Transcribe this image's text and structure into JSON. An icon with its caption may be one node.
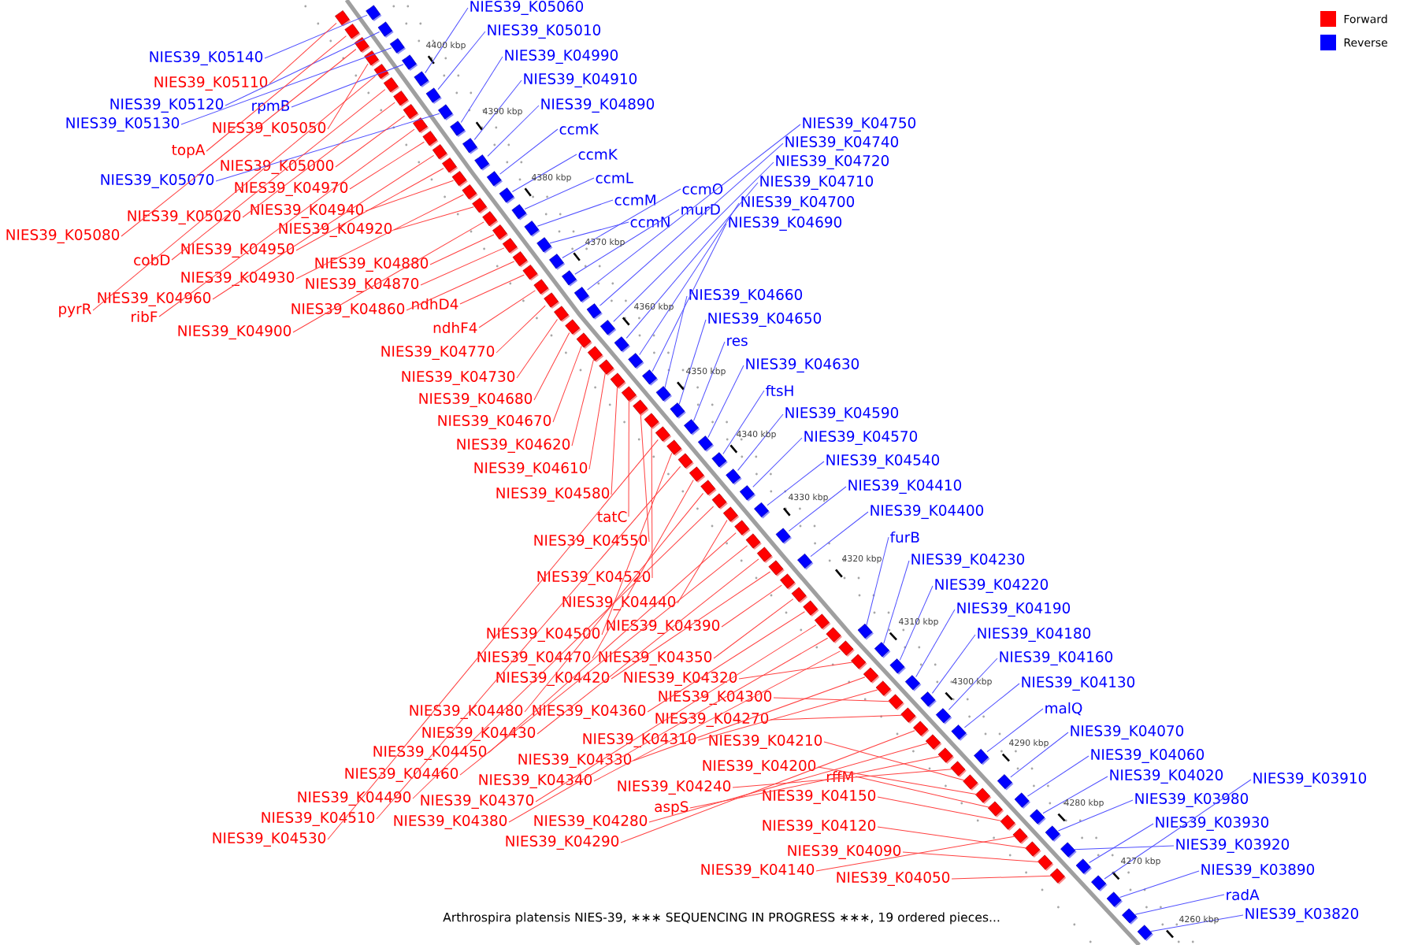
{
  "diagram": {
    "caption": "Arthrospira platensis NIES-39, ∗∗∗ SEQUENCING IN PROGRESS ∗∗∗, 19 ordered pieces...",
    "nodes": [
      {
        "text": [
          "NIES39_K05060"
        ]
      },
      {
        "text": [
          "NIES39_K05010"
        ]
      },
      {
        "text": [
          "NIES39_K04990"
        ]
      },
      {
        "text": [
          "NIES39_K04910"
        ]
      },
      {
        "text": [
          "NIES39_K04890"
        ]
      },
      {
        "text": [
          "ccmK"
        ]
      },
      {
        "text": [
          "ccmK"
        ]
      },
      {
        "text": [
          "ccmL"
        ]
      },
      {
        "text": [
          "ccmM"
        ]
      },
      {
        "text": [
          "ccmN"
        ]
      },
      {
        "text": [
          "ccmO"
        ]
      },
      {
        "text": [
          "murD"
        ]
      },
      {
        "text": [
          "NIES39_K04750"
        ]
      },
      {
        "text": [
          "NIES39_K04740"
        ]
      },
      {
        "text": [
          "NIES39_K04720"
        ]
      },
      {
        "text": [
          "NIES39_K04710"
        ]
      },
      {
        "text": [
          "NIES39_K04700"
        ]
      },
      {
        "text": [
          "NIES39_K04690"
        ]
      },
      {
        "text": [
          "NIES39_K04660"
        ]
      },
      {
        "text": [
          "NIES39_K04650"
        ]
      },
      {
        "text": [
          "res"
        ]
      },
      {
        "text": [
          "NIES39_K04630"
        ]
      },
      {
        "text": [
          "ftsH"
        ]
      },
      {
        "text": [
          "NIES39_K04590"
        ]
      },
      {
        "text": [
          "NIES39_K04570"
        ]
      },
      {
        "text": [
          "NIES39_K04540"
        ]
      },
      {
        "text": [
          "NIES39_K04410"
        ]
      },
      {
        "text": [
          "NIES39_K04400"
        ]
      },
      {
        "text": [
          "furB"
        ]
      },
      {
        "text": [
          "NIES39_K04230"
        ]
      },
      {
        "text": [
          "NIES39_K04220"
        ]
      },
      {
        "text": [
          "NIES39_K04190"
        ]
      },
      {
        "text": [
          "NIES39_K04180"
        ]
      },
      {
        "text": [
          "NIES39_K04160"
        ]
      },
      {
        "text": [
          "NIES39_K04130"
        ]
      },
      {
        "text": [
          "malQ"
        ]
      },
      {
        "text": [
          "NIES39_K04070"
        ]
      },
      {
        "text": [
          "NIES39_K04060"
        ]
      },
      {
        "text": [
          "NIES39_K04020"
        ]
      },
      {
        "text": [
          "NIES39_K03910"
        ]
      },
      {
        "text": [
          "NIES39_K03980"
        ]
      },
      {
        "text": [
          "NIES39_K03930"
        ]
      },
      {
        "text": [
          "NIES39_K03920"
        ]
      },
      {
        "text": [
          "NIES39_K03890"
        ]
      },
      {
        "text": [
          "radA"
        ]
      },
      {
        "text": [
          "NIES39_K03820"
        ]
      },
      {
        "text": [
          "NIES39_K05140"
        ]
      },
      {
        "text": [
          "NIES39_K05120"
        ]
      },
      {
        "text": [
          "NIES39_K05130"
        ]
      },
      {
        "text": [
          "rpmB"
        ]
      },
      {
        "text": [
          "NIES39_K05070"
        ]
      },
      {
        "text": [
          "NIES39_K05110"
        ]
      },
      {
        "text": [
          "NIES39_K05050"
        ]
      },
      {
        "text": [
          "topA"
        ]
      },
      {
        "text": [
          "NIES39_K05000"
        ]
      },
      {
        "text": [
          "NIES39_K04970"
        ]
      },
      {
        "text": [
          "NIES39_K05020"
        ]
      },
      {
        "text": [
          "NIES39_K04940"
        ]
      },
      {
        "text": [
          "NIES39_K04920"
        ]
      },
      {
        "text": [
          "NIES39_K05080"
        ]
      },
      {
        "text": [
          "NIES39_K04950"
        ]
      },
      {
        "text": [
          "cobD"
        ]
      },
      {
        "text": [
          "NIES39_K04880"
        ]
      },
      {
        "text": [
          "NIES39_K04930"
        ]
      },
      {
        "text": [
          "NIES39_K04870"
        ]
      },
      {
        "text": [
          "NIES39_K04960"
        ]
      },
      {
        "text": [
          "ndhD4"
        ]
      },
      {
        "text": [
          "pyrR"
        ]
      },
      {
        "text": [
          "NIES39_K04860"
        ]
      },
      {
        "text": [
          "ribF"
        ]
      },
      {
        "text": [
          "NIES39_K04900"
        ]
      },
      {
        "text": [
          "ndhF4"
        ]
      },
      {
        "text": [
          "NIES39_K04770"
        ]
      },
      {
        "text": [
          "NIES39_K04730"
        ]
      },
      {
        "text": [
          "NIES39_K04680"
        ]
      },
      {
        "text": [
          "NIES39_K04670"
        ]
      },
      {
        "text": [
          "NIES39_K04620"
        ]
      },
      {
        "text": [
          "NIES39_K04610"
        ]
      },
      {
        "text": [
          "NIES39_K04580"
        ]
      },
      {
        "text": [
          "tatC"
        ]
      },
      {
        "text": [
          "NIES39_K04550"
        ]
      },
      {
        "text": [
          "NIES39_K04520"
        ]
      },
      {
        "text": [
          "NIES39_K04440"
        ]
      },
      {
        "text": [
          "NIES39_K04390"
        ]
      },
      {
        "text": [
          "NIES39_K04500"
        ]
      },
      {
        "text": [
          "NIES39_K04470"
        ]
      },
      {
        "text": [
          "NIES39_K04350"
        ]
      },
      {
        "text": [
          "NIES39_K04420"
        ]
      },
      {
        "text": [
          "NIES39_K04320"
        ]
      },
      {
        "text": [
          "NIES39_K04300"
        ]
      },
      {
        "text": [
          "NIES39_K04480"
        ]
      },
      {
        "text": [
          "NIES39_K04360"
        ]
      },
      {
        "text": [
          "NIES39_K04270"
        ]
      },
      {
        "text": [
          "NIES39_K04430"
        ]
      },
      {
        "text": [
          "NIES39_K04310"
        ]
      },
      {
        "text": [
          "NIES39_K04210"
        ]
      },
      {
        "text": [
          "NIES39_K04450"
        ]
      },
      {
        "text": [
          "NIES39_K04330"
        ]
      },
      {
        "text": [
          "NIES39_K04200"
        ]
      },
      {
        "text": [
          "rffM"
        ]
      },
      {
        "text": [
          "NIES39_K04460"
        ]
      },
      {
        "text": [
          "NIES39_K04340"
        ]
      },
      {
        "text": [
          "NIES39_K04240"
        ]
      },
      {
        "text": [
          "NIES39_K04150"
        ]
      },
      {
        "text": [
          "NIES39_K04490"
        ]
      },
      {
        "text": [
          "NIES39_K04370"
        ]
      },
      {
        "text": [
          "aspS"
        ]
      },
      {
        "text": [
          "NIES39_K04510"
        ]
      },
      {
        "text": [
          "NIES39_K04380"
        ]
      },
      {
        "text": [
          "NIES39_K04280"
        ]
      },
      {
        "text": [
          "NIES39_K04120"
        ]
      },
      {
        "text": [
          "NIES39_K04530"
        ]
      },
      {
        "text": [
          "NIES39_K04290"
        ]
      },
      {
        "text": [
          "NIES39_K04090"
        ]
      },
      {
        "text": [
          "NIES39_K04140"
        ]
      },
      {
        "text": [
          "NIES39_K04050"
        ]
      },
      {
        "text": [],
        "shape": "box"
      },
      {
        "text": [],
        "shape": "box"
      },
      {
        "text": [],
        "shape": "box"
      },
      {
        "text": [],
        "shape": "box"
      },
      {
        "text": [],
        "shape": "box"
      },
      {
        "text": [],
        "shape": "box"
      },
      {
        "text": [],
        "shape": "box"
      },
      {
        "text": [],
        "shape": "box"
      },
      {
        "text": [],
        "shape": "box"
      },
      {
        "text": [],
        "shape": "box"
      },
      {
        "text": [],
        "shape": "box"
      },
      {
        "text": [],
        "shape": "box"
      },
      {
        "text": [],
        "shape": "box"
      },
      {
        "text": [],
        "shape": "box"
      },
      {
        "text": [],
        "shape": "box"
      },
      {
        "text": [],
        "shape": "box"
      },
      {
        "text": [],
        "shape": "box"
      },
      {
        "text": [],
        "shape": "box"
      },
      {
        "text": [],
        "shape": "box"
      },
      {
        "text": [],
        "shape": "box"
      },
      {
        "text": [],
        "shape": "box"
      },
      {
        "text": [],
        "shape": "box"
      },
      {
        "text": [],
        "shape": "box"
      },
      {
        "text": [],
        "shape": "box"
      },
      {
        "text": [],
        "shape": "box"
      },
      {
        "text": [],
        "shape": "box"
      },
      {
        "text": [],
        "shape": "box"
      },
      {
        "text": [],
        "shape": "box"
      },
      {
        "text": [],
        "shape": "box"
      },
      {
        "text": [],
        "shape": "box"
      },
      {
        "text": [],
        "shape": "box"
      },
      {
        "text": [],
        "shape": "box"
      },
      {
        "text": [],
        "shape": "box"
      },
      {
        "text": [],
        "shape": "box"
      },
      {
        "text": [],
        "shape": "box"
      },
      {
        "text": [],
        "shape": "box"
      },
      {
        "text": [],
        "shape": "box"
      },
      {
        "text": [],
        "shape": "box"
      },
      {
        "text": [],
        "shape": "box"
      },
      {
        "text": [],
        "shape": "box"
      },
      {
        "text": [],
        "shape": "box"
      },
      {
        "text": [],
        "shape": "box"
      },
      {
        "text": [],
        "shape": "box"
      },
      {
        "text": [],
        "shape": "box"
      },
      {
        "text": [],
        "shape": "box"
      },
      {
        "text": [],
        "shape": "box"
      },
      {
        "text": [],
        "shape": "box"
      },
      {
        "text": [],
        "shape": "box"
      },
      {
        "text": [],
        "shape": "box"
      },
      {
        "text": [],
        "shape": "box"
      },
      {
        "text": [],
        "shape": "box"
      },
      {
        "text": [],
        "shape": "box"
      },
      {
        "text": [],
        "shape": "box"
      },
      {
        "text": [],
        "shape": "box"
      },
      {
        "text": [],
        "shape": "box"
      },
      {
        "text": [],
        "shape": "box"
      },
      {
        "text": [],
        "shape": "box"
      },
      {
        "text": [],
        "shape": "box"
      },
      {
        "text": [],
        "shape": "box"
      },
      {
        "text": [],
        "shape": "box"
      },
      {
        "text": [],
        "shape": "box"
      },
      {
        "text": [],
        "shape": "box"
      },
      {
        "text": [],
        "shape": "box"
      },
      {
        "text": [],
        "shape": "box"
      },
      {
        "text": [],
        "shape": "box"
      },
      {
        "text": [],
        "shape": "box"
      },
      {
        "text": [],
        "shape": "box"
      },
      {
        "text": [],
        "shape": "box"
      },
      {
        "text": [],
        "shape": "box"
      },
      {
        "text": [],
        "shape": "box"
      },
      {
        "text": [],
        "shape": "box"
      },
      {
        "text": [],
        "shape": "box"
      },
      {
        "text": [],
        "shape": "box"
      },
      {
        "text": [],
        "shape": "box"
      },
      {
        "text": [],
        "shape": "box"
      },
      {
        "text": [],
        "shape": "box"
      },
      {
        "text": [],
        "shape": "box"
      },
      {
        "text": [],
        "shape": "box"
      },
      {
        "text": [],
        "shape": "box"
      },
      {
        "text": [],
        "shape": "box"
      },
      {
        "text": [],
        "shape": "box"
      },
      {
        "text": [],
        "shape": "box"
      },
      {
        "text": [],
        "shape": "box"
      },
      {
        "text": [],
        "shape": "box"
      },
      {
        "text": [],
        "shape": "box"
      },
      {
        "text": [],
        "shape": "box"
      },
      {
        "text": [],
        "shape": "box"
      },
      {
        "text": [],
        "shape": "box"
      },
      {
        "text": [],
        "shape": "box"
      },
      {
        "text": [],
        "shape": "box"
      },
      {
        "text": [],
        "shape": "box"
      },
      {
        "text": [],
        "shape": "box"
      },
      {
        "text": [],
        "shape": "box"
      },
      {
        "text": [],
        "shape": "box"
      },
      {
        "text": [],
        "shape": "box"
      },
      {
        "text": [],
        "shape": "box"
      },
      {
        "text": [],
        "shape": "box"
      },
      {
        "text": [],
        "shape": "box"
      },
      {
        "text": [],
        "shape": "box"
      },
      {
        "text": [],
        "shape": "box"
      },
      {
        "text": [],
        "shape": "box"
      },
      {
        "text": [],
        "shape": "box"
      },
      {
        "text": [],
        "shape": "box"
      },
      {
        "text": [],
        "shape": "box"
      },
      {
        "text": [],
        "shape": "box"
      },
      {
        "text": [],
        "shape": "box"
      },
      {
        "text": [],
        "shape": "box"
      },
      {
        "text": [],
        "shape": "box"
      },
      {
        "text": [],
        "shape": "box"
      },
      {
        "text": [],
        "shape": "box"
      },
      {
        "text": [],
        "shape": "box"
      },
      {
        "text": [],
        "shape": "box"
      },
      {
        "text": [],
        "shape": "box"
      },
      {
        "text": [],
        "shape": "box"
      },
      {
        "text": [],
        "shape": "box"
      },
      {
        "text": [],
        "shape": "box"
      }
    ],
    "edges": [
      {
        "from": 0,
        "to": 116,
        "arrow": "none",
        "color": "#5050ff"
      },
      {
        "from": 1,
        "to": 117,
        "arrow": "none",
        "color": "#5050ff"
      },
      {
        "from": 2,
        "to": 118,
        "arrow": "none",
        "color": "#5050ff"
      },
      {
        "from": 3,
        "to": 119,
        "arrow": "none",
        "color": "#5050ff"
      },
      {
        "from": 4,
        "to": 120,
        "arrow": "none",
        "color": "#5050ff"
      },
      {
        "from": 5,
        "to": 121,
        "arrow": "none",
        "color": "#5050ff"
      },
      {
        "from": 6,
        "to": 122,
        "arrow": "none",
        "color": "#5050ff"
      },
      {
        "from": 7,
        "to": 123,
        "arrow": "none",
        "color": "#5050ff"
      },
      {
        "from": 8,
        "to": 124,
        "arrow": "none",
        "color": "#5050ff"
      },
      {
        "from": 9,
        "to": 125,
        "arrow": "none",
        "color": "#5050ff"
      },
      {
        "from": 10,
        "to": 126,
        "arrow": "none",
        "color": "#5050ff"
      },
      {
        "from": 11,
        "to": 127,
        "arrow": "none",
        "color": "#5050ff"
      },
      {
        "from": 12,
        "to": 128,
        "arrow": "none",
        "color": "#5050ff"
      },
      {
        "from": 13,
        "to": 129,
        "arrow": "none",
        "color": "#5050ff"
      },
      {
        "from": 14,
        "to": 130,
        "arrow": "none",
        "color": "#5050ff"
      },
      {
        "from": 15,
        "to": 131,
        "arrow": "none",
        "color": "#5050ff"
      },
      {
        "from": 16,
        "to": 132,
        "arrow": "none",
        "color": "#5050ff"
      },
      {
        "from": 17,
        "to": 133,
        "arrow": "none",
        "color": "#5050ff"
      },
      {
        "from": 18,
        "to": 134,
        "arrow": "none",
        "color": "#5050ff"
      },
      {
        "from": 19,
        "to": 135,
        "arrow": "none",
        "color": "#5050ff"
      },
      {
        "from": 20,
        "to": 136,
        "arrow": "none",
        "color": "#5050ff"
      },
      {
        "from": 21,
        "to": 137,
        "arrow": "none",
        "color": "#5050ff"
      },
      {
        "from": 22,
        "to": 138,
        "arrow": "none",
        "color": "#5050ff"
      },
      {
        "from": 23,
        "to": 139,
        "arrow": "none",
        "color": "#5050ff"
      },
      {
        "from": 24,
        "to": 140,
        "arrow": "none",
        "color": "#5050ff"
      },
      {
        "from": 25,
        "to": 141,
        "arrow": "none",
        "color": "#5050ff"
      },
      {
        "from": 26,
        "to": 142,
        "arrow": "none",
        "color": "#5050ff"
      },
      {
        "from": 27,
        "to": 143,
        "arrow": "none",
        "color": "#5050ff"
      },
      {
        "from": 28,
        "to": 144,
        "arrow": "none",
        "color": "#5050ff"
      },
      {
        "from": 29,
        "to": 145,
        "arrow": "none",
        "color": "#5050ff"
      },
      {
        "from": 30,
        "to": 146,
        "arrow": "none",
        "color": "#5050ff"
      },
      {
        "from": 31,
        "to": 147,
        "arrow": "none",
        "color": "#5050ff"
      },
      {
        "from": 32,
        "to": 148,
        "arrow": "none",
        "color": "#5050ff"
      },
      {
        "from": 33,
        "to": 149,
        "arrow": "none",
        "color": "#5050ff"
      },
      {
        "from": 34,
        "to": 150,
        "arrow": "none",
        "color": "#5050ff"
      },
      {
        "from": 35,
        "to": 151,
        "arrow": "none",
        "color": "#5050ff"
      },
      {
        "from": 36,
        "to": 152,
        "arrow": "none",
        "color": "#5050ff"
      },
      {
        "from": 37,
        "to": 153,
        "arrow": "none",
        "color": "#5050ff"
      },
      {
        "from": 38,
        "to": 154,
        "arrow": "none",
        "color": "#5050ff"
      },
      {
        "from": 39,
        "to": 155,
        "arrow": "none",
        "color": "#5050ff"
      },
      {
        "from": 40,
        "to": 156,
        "arrow": "none",
        "color": "#5050ff"
      },
      {
        "from": 41,
        "to": 157,
        "arrow": "none",
        "color": "#5050ff"
      },
      {
        "from": 42,
        "to": 158,
        "arrow": "none",
        "color": "#5050ff"
      },
      {
        "from": 43,
        "to": 159,
        "arrow": "none",
        "color": "#5050ff"
      },
      {
        "from": 44,
        "to": 160,
        "arrow": "none",
        "color": "#5050ff"
      },
      {
        "from": 45,
        "to": 161,
        "arrow": "none",
        "color": "#5050ff"
      },
      {
        "from": 46,
        "to": 162,
        "arrow": "none",
        "color": "#5050ff"
      },
      {
        "from": 47,
        "to": 163,
        "arrow": "none",
        "color": "#5050ff"
      },
      {
        "from": 48,
        "to": 164,
        "arrow": "none",
        "color": "#5050ff"
      },
      {
        "from": 49,
        "to": 165,
        "arrow": "none",
        "color": "#5050ff"
      },
      {
        "from": 50,
        "to": 166,
        "arrow": "none",
        "color": "#5050ff"
      },
      {
        "from": 51,
        "to": 167,
        "arrow": "none",
        "color": "#ff4040"
      },
      {
        "from": 52,
        "to": 168,
        "arrow": "none",
        "color": "#ff4040"
      },
      {
        "from": 53,
        "to": 169,
        "arrow": "none",
        "color": "#ff4040"
      },
      {
        "from": 54,
        "to": 170,
        "arrow": "none",
        "color": "#ff4040"
      },
      {
        "from": 55,
        "to": 171,
        "arrow": "none",
        "color": "#ff4040"
      },
      {
        "from": 56,
        "to": 172,
        "arrow": "none",
        "color": "#ff4040"
      },
      {
        "from": 57,
        "to": 173,
        "arrow": "none",
        "color": "#ff4040"
      },
      {
        "from": 58,
        "to": 174,
        "arrow": "none",
        "color": "#ff4040"
      },
      {
        "from": 59,
        "to": 175,
        "arrow": "none",
        "color": "#ff4040"
      },
      {
        "from": 60,
        "to": 176,
        "arrow": "none",
        "color": "#ff4040"
      },
      {
        "from": 61,
        "to": 177,
        "arrow": "none",
        "color": "#ff4040"
      },
      {
        "from": 62,
        "to": 178,
        "arrow": "none",
        "color": "#ff4040"
      },
      {
        "from": 63,
        "to": 179,
        "arrow": "none",
        "color": "#ff4040"
      },
      {
        "from": 64,
        "to": 180,
        "arrow": "none",
        "color": "#ff4040"
      },
      {
        "from": 65,
        "to": 181,
        "arrow": "none",
        "color": "#ff4040"
      },
      {
        "from": 66,
        "to": 182,
        "arrow": "none",
        "color": "#ff4040"
      },
      {
        "from": 67,
        "to": 183,
        "arrow": "none",
        "color": "#ff4040"
      },
      {
        "from": 68,
        "to": 184,
        "arrow": "none",
        "color": "#ff4040"
      },
      {
        "from": 69,
        "to": 185,
        "arrow": "none",
        "color": "#ff4040"
      },
      {
        "from": 70,
        "to": 186,
        "arrow": "none",
        "color": "#ff4040"
      },
      {
        "from": 71,
        "to": 187,
        "arrow": "none",
        "color": "#ff4040"
      },
      {
        "from": 72,
        "to": 188,
        "arrow": "none",
        "color": "#ff4040"
      },
      {
        "from": 73,
        "to": 189,
        "arrow": "none",
        "color": "#ff4040"
      },
      {
        "from": 74,
        "to": 190,
        "arrow": "none",
        "color": "#ff4040"
      },
      {
        "from": 75,
        "to": 191,
        "arrow": "none",
        "color": "#ff4040"
      },
      {
        "from": 76,
        "to": 192,
        "arrow": "none",
        "color": "#ff4040"
      },
      {
        "from": 77,
        "to": 193,
        "arrow": "none",
        "color": "#ff4040"
      },
      {
        "from": 78,
        "to": 194,
        "arrow": "none",
        "color": "#ff4040"
      },
      {
        "from": 79,
        "to": 195,
        "arrow": "none",
        "color": "#ff4040"
      },
      {
        "from": 80,
        "to": 196,
        "arrow": "none",
        "color": "#ff4040"
      },
      {
        "from": 81,
        "to": 197,
        "arrow": "none",
        "color": "#ff4040"
      },
      {
        "from": 82,
        "to": 198,
        "arrow": "none",
        "color": "#ff4040"
      },
      {
        "from": 83,
        "to": 199,
        "arrow": "none",
        "color": "#ff4040"
      },
      {
        "from": 84,
        "to": 200,
        "arrow": "none",
        "color": "#ff4040"
      },
      {
        "from": 85,
        "to": 201,
        "arrow": "none",
        "color": "#ff4040"
      },
      {
        "from": 86,
        "to": 202,
        "arrow": "none",
        "color": "#ff4040"
      },
      {
        "from": 87,
        "to": 203,
        "arrow": "none",
        "color": "#ff4040"
      },
      {
        "from": 88,
        "to": 204,
        "arrow": "none",
        "color": "#ff4040"
      },
      {
        "from": 89,
        "to": 205,
        "arrow": "none",
        "color": "#ff4040"
      },
      {
        "from": 90,
        "to": 206,
        "arrow": "none",
        "color": "#ff4040"
      },
      {
        "from": 91,
        "to": 207,
        "arrow": "none",
        "color": "#ff4040"
      },
      {
        "from": 92,
        "to": 208,
        "arrow": "none",
        "color": "#ff4040"
      },
      {
        "from": 93,
        "to": 209,
        "arrow": "none",
        "color": "#ff4040"
      },
      {
        "from": 94,
        "to": 210,
        "arrow": "none",
        "color": "#ff4040"
      },
      {
        "from": 95,
        "to": 211,
        "arrow": "none",
        "color": "#ff4040"
      },
      {
        "from": 96,
        "to": 212,
        "arrow": "none",
        "color": "#ff4040"
      },
      {
        "from": 97,
        "to": 213,
        "arrow": "none",
        "color": "#ff4040"
      },
      {
        "from": 98,
        "to": 214,
        "arrow": "none",
        "color": "#ff4040"
      },
      {
        "from": 99,
        "to": 215,
        "arrow": "none",
        "color": "#ff4040"
      },
      {
        "from": 100,
        "to": 216,
        "arrow": "none",
        "color": "#ff4040"
      },
      {
        "from": 101,
        "to": 217,
        "arrow": "none",
        "color": "#ff4040"
      },
      {
        "from": 102,
        "to": 218,
        "arrow": "none",
        "color": "#ff4040"
      },
      {
        "from": 103,
        "to": 219,
        "arrow": "none",
        "color": "#ff4040"
      },
      {
        "from": 104,
        "to": 220,
        "arrow": "none",
        "color": "#ff4040"
      },
      {
        "from": 105,
        "to": 221,
        "arrow": "none",
        "color": "#ff4040"
      },
      {
        "from": 106,
        "to": 222,
        "arrow": "none",
        "color": "#ff4040"
      },
      {
        "from": 107,
        "to": 223,
        "arrow": "none",
        "color": "#ff4040"
      },
      {
        "from": 108,
        "to": 224,
        "arrow": "none",
        "color": "#ff4040"
      },
      {
        "from": 109,
        "to": 225,
        "arrow": "none",
        "color": "#ff4040"
      },
      {
        "from": 110,
        "to": 226,
        "arrow": "none",
        "color": "#ff4040"
      },
      {
        "from": 111,
        "to": 227,
        "arrow": "none",
        "color": "#ff4040"
      },
      {
        "from": 112,
        "to": 228,
        "arrow": "none",
        "color": "#ff4040"
      },
      {
        "from": 113,
        "to": 229,
        "arrow": "none",
        "color": "#ff4040"
      },
      {
        "from": 114,
        "to": 230,
        "arrow": "none",
        "color": "#ff4040"
      },
      {
        "from": 115,
        "to": 231,
        "arrow": "none",
        "color": "#ff4040"
      }
    ],
    "labels": [
      "4400 kbp",
      "4390 kbp",
      "4380 kbp",
      "4370 kbp",
      "4360 kbp",
      "4350 kbp",
      "4340 kbp",
      "4330 kbp",
      "4320 kbp",
      "4310 kbp",
      "4300 kbp",
      "4290 kbp",
      "4280 kbp",
      "4270 kbp",
      "4260 kbp"
    ],
    "legend": [
      {
        "text": "Forward",
        "color": "#ff0000"
      },
      {
        "text": "Reverse",
        "color": "#0000ff"
      }
    ]
  }
}
